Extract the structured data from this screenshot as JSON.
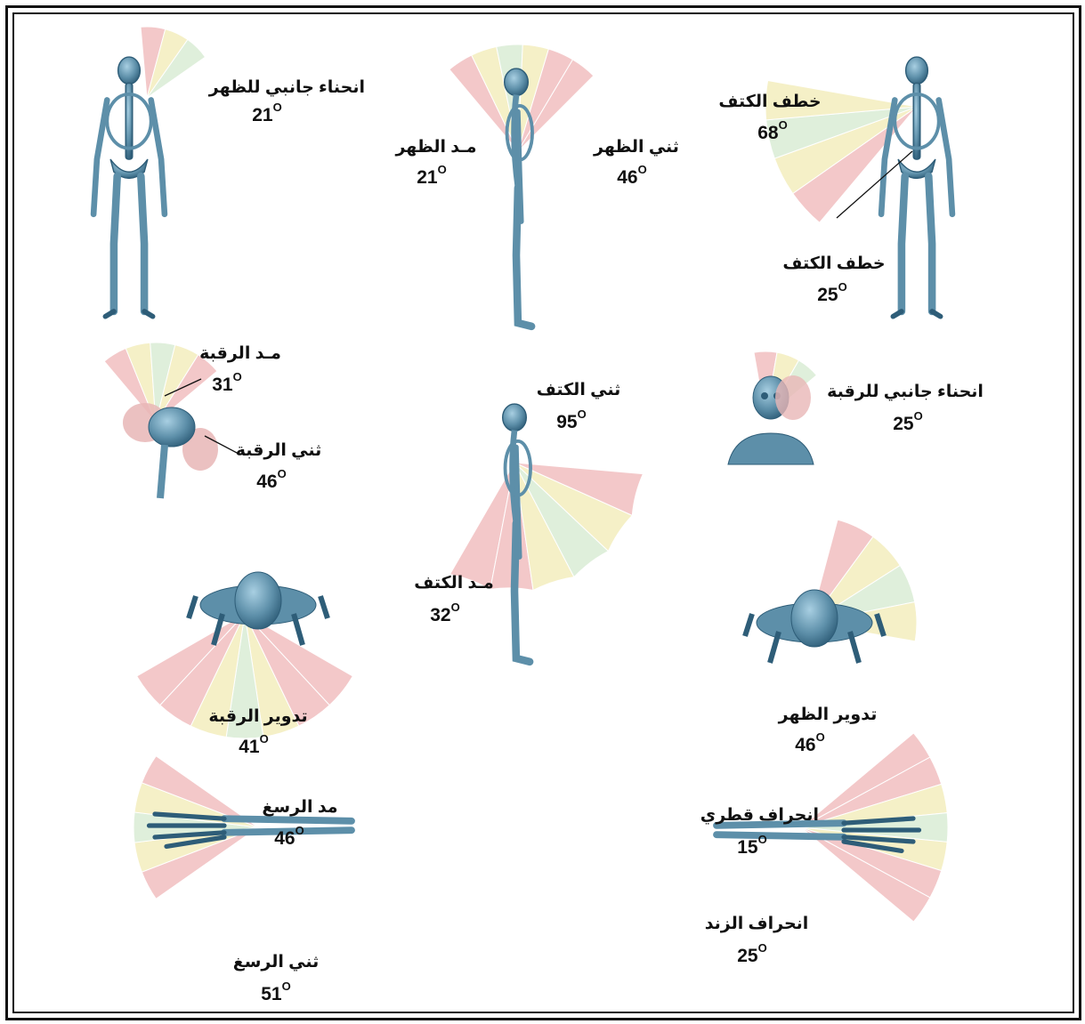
{
  "colors": {
    "red": "#f2c3c4",
    "yellow": "#f4efc2",
    "green": "#dceed8",
    "bone": "#5d8fa9",
    "boneDark": "#2e5d78",
    "flesh": "#e8b6b6"
  },
  "degree_symbol": "O",
  "labels": [
    {
      "id": "back-lateral-bend",
      "text": "انحناء جانبي للظهر",
      "value": "21",
      "icon": "skeleton-front-icon"
    },
    {
      "id": "back-extension",
      "text": "مـد الظهر",
      "value": "21",
      "icon": "skeleton-side-icon"
    },
    {
      "id": "back-flexion",
      "text": "ثني الظهر",
      "value": "46",
      "icon": "skeleton-side-icon"
    },
    {
      "id": "shoulder-abduction-1",
      "text": "خطف الكتف",
      "value": "68",
      "icon": "skeleton-front-icon"
    },
    {
      "id": "shoulder-abduction-2",
      "text": "خطف الكتف",
      "value": "25",
      "icon": "skeleton-front-icon"
    },
    {
      "id": "neck-extension",
      "text": "مـد الرقبة",
      "value": "31",
      "icon": "skull-side-icon"
    },
    {
      "id": "neck-flexion",
      "text": "ثني الرقبة",
      "value": "46",
      "icon": "skull-side-icon"
    },
    {
      "id": "shoulder-flexion",
      "text": "ثني الكتف",
      "value": "95",
      "icon": "skeleton-side-icon"
    },
    {
      "id": "neck-lateral-bend",
      "text": "انحناء جانبي للرقبة",
      "value": "25",
      "icon": "skull-front-icon"
    },
    {
      "id": "shoulder-extension",
      "text": "مـد الكتف",
      "value": "32",
      "icon": "skeleton-side-icon"
    },
    {
      "id": "neck-rotation",
      "text": "تدوير الرقبة",
      "value": "41",
      "icon": "head-top-icon"
    },
    {
      "id": "back-rotation",
      "text": "تدوير الظهر",
      "value": "46",
      "icon": "head-top-icon"
    },
    {
      "id": "wrist-extension",
      "text": "مد الرسغ",
      "value": "46",
      "icon": "forearm-icon"
    },
    {
      "id": "wrist-flexion",
      "text": "ثني الرسغ",
      "value": "51",
      "icon": "forearm-icon"
    },
    {
      "id": "radial-deviation",
      "text": "انحراف قطري",
      "value": "15",
      "icon": "hand-icon"
    },
    {
      "id": "ulnar-deviation",
      "text": "انحراف الزند",
      "value": "25",
      "icon": "hand-icon"
    }
  ]
}
